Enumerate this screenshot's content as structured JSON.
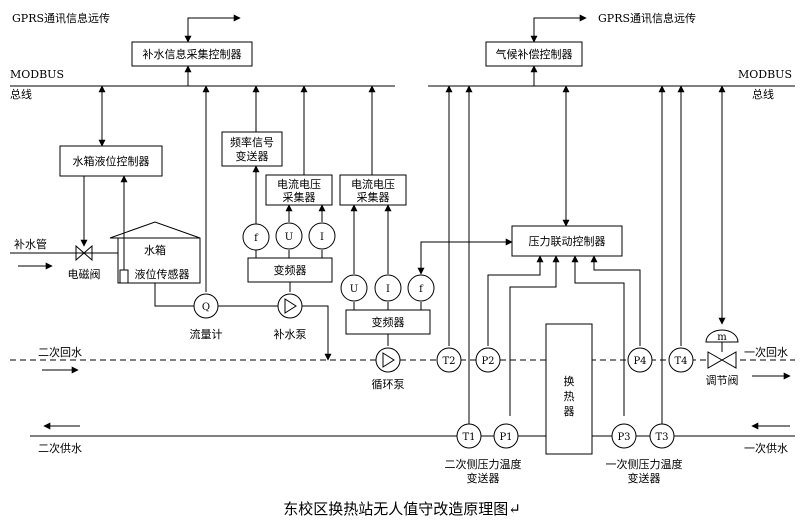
{
  "caption": "东校区换热站无人值守改造原理图↵",
  "gprs_left": "GPRS通讯信息远传",
  "gprs_right": "GPRS通讯信息远传",
  "modbus_left": [
    "MODBUS",
    "总线"
  ],
  "modbus_right": [
    "MODBUS",
    "总线"
  ],
  "boxes": {
    "makeup_ctrl": "补水信息采集控制器",
    "weather_ctrl": "气候补偿控制器",
    "tank_ctrl": "水箱液位控制器",
    "freq_tx": [
      "频率信号",
      "变送器"
    ],
    "ui_acq_1": [
      "电流电压",
      "采集器"
    ],
    "ui_acq_2": [
      "电流电压",
      "采集器"
    ],
    "vfd_1": "变频器",
    "vfd_2": "变频器",
    "pressure_ctrl": "压力联动控制器",
    "hx": [
      "换",
      "热",
      "器"
    ],
    "tank": "水箱"
  },
  "labels": {
    "makeup_pipe": "补水管",
    "solenoid": "电磁阀",
    "level_sensor": "液位传感器",
    "flowmeter": "流量计",
    "makeup_pump": "补水泵",
    "circ_pump": "循环泵",
    "sec_return": "二次回水",
    "sec_supply": "二次供水",
    "pri_return": "一次回水",
    "pri_supply": "一次供水",
    "reg_valve": "调节阀",
    "sec_tx": [
      "二次侧压力温度",
      "变送器"
    ],
    "pri_tx": [
      "一次侧压力温度",
      "变送器"
    ]
  },
  "sensors": {
    "f1": "f",
    "u1": "U",
    "i1": "I",
    "u2": "U",
    "i2": "I",
    "f2": "f",
    "q": "Q",
    "m": "m",
    "t1": "T1",
    "t2": "T2",
    "t3": "T3",
    "t4": "T4",
    "p1": "P1",
    "p2": "P2",
    "p3": "P3",
    "p4": "P4"
  }
}
